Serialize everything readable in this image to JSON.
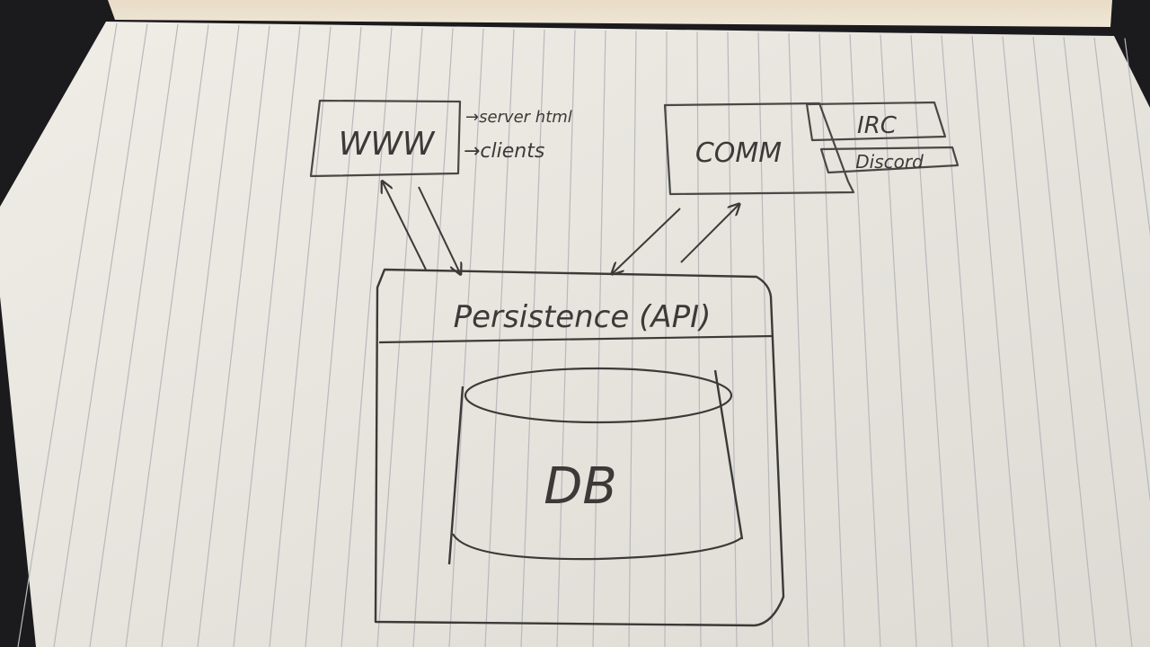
{
  "nodes": {
    "www": {
      "label": "WWW"
    },
    "www_notes": [
      "→server html",
      "→clients"
    ],
    "comm": {
      "label": "COMM"
    },
    "irc": {
      "label": "IRC"
    },
    "discord": {
      "label": "Discord"
    },
    "persistence": {
      "label": "Persistence (API)"
    },
    "db": {
      "label": "DB"
    }
  },
  "edges": [
    {
      "from": "WWW",
      "to": "Persistence (API)",
      "style": "bidirectional-arrows"
    },
    {
      "from": "COMM",
      "to": "Persistence (API)",
      "style": "bidirectional-arrows"
    },
    {
      "from": "COMM",
      "to": "IRC",
      "style": "attached"
    },
    {
      "from": "COMM",
      "to": "Discord",
      "style": "attached"
    }
  ],
  "colors": {
    "paper": "#e8e6e0",
    "ink": "#3c3a38",
    "rule": "#b9b8bc",
    "background": "#1b1a1d"
  }
}
